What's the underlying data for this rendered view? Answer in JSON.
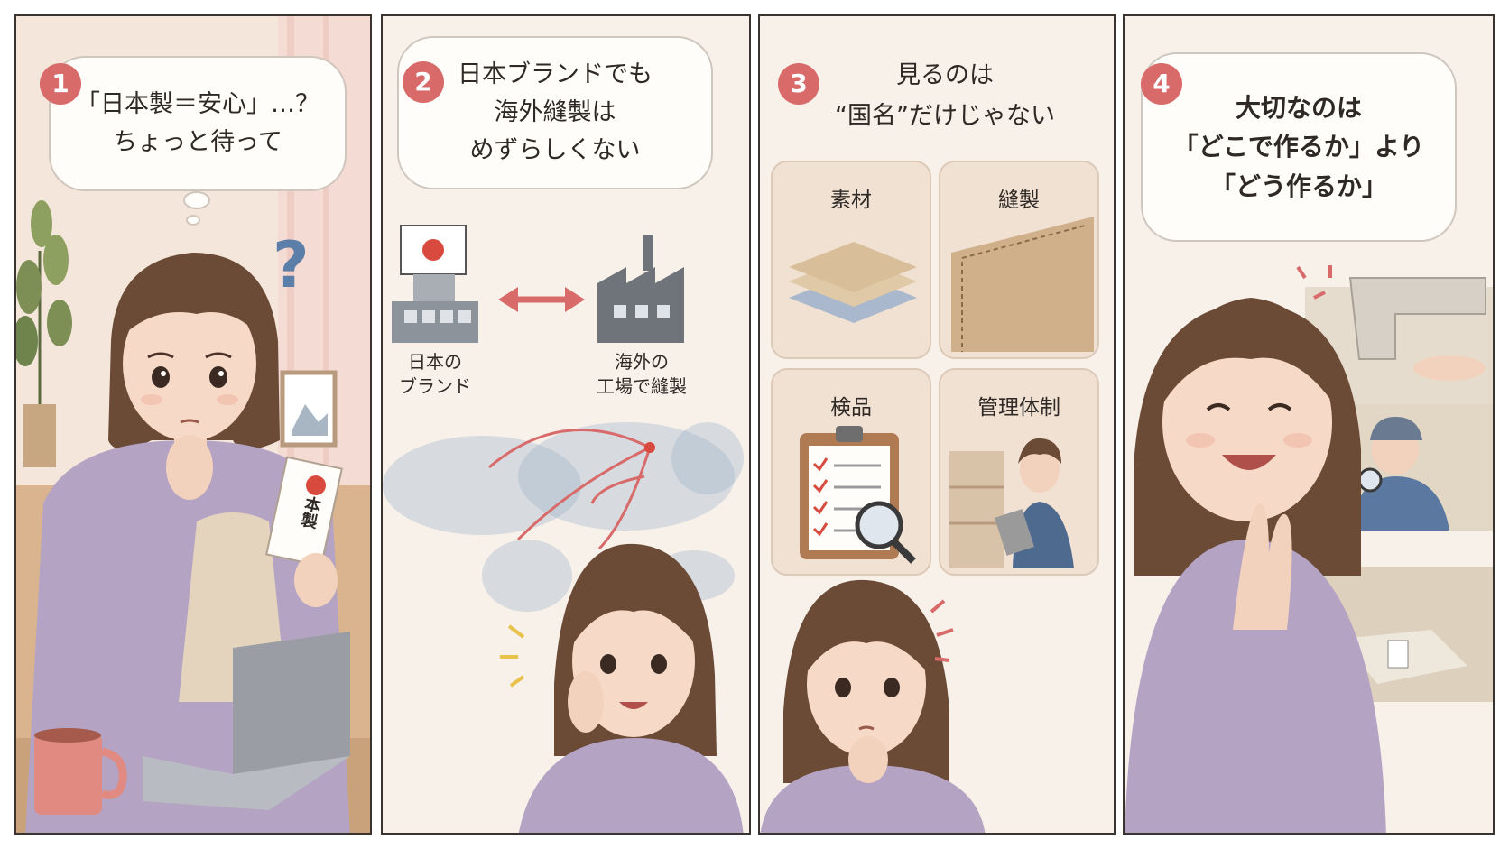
{
  "panels": [
    {
      "number": "1",
      "bubble_lines": [
        "「日本製＝安心」…？",
        "ちょっと待って"
      ],
      "tag_text": "本製",
      "question_mark": "?"
    },
    {
      "number": "2",
      "bubble_lines": [
        "日本ブランドでも",
        "海外縫製は",
        "めずらしくない"
      ],
      "left_caption_lines": [
        "日本の",
        "ブランド"
      ],
      "right_caption_lines": [
        "海外の",
        "工場で縫製"
      ]
    },
    {
      "number": "3",
      "bubble_lines": [
        "見るのは",
        "“国名”だけじゃない"
      ],
      "cards": [
        {
          "label": "素材",
          "icon": "fabric-icon"
        },
        {
          "label": "縫製",
          "icon": "stitching-icon"
        },
        {
          "label": "検品",
          "icon": "clipboard-icon"
        },
        {
          "label": "管理体制",
          "icon": "inspector-icon"
        }
      ]
    },
    {
      "number": "4",
      "bubble_lines": [
        "大切なのは",
        "「どこで作るか」より",
        "「どう作るか」"
      ]
    }
  ],
  "colors": {
    "accent": "#d86a6a",
    "sweater": "#b5a3c4",
    "hair": "#6b4a36",
    "map_dots": "#8aa6c4"
  }
}
